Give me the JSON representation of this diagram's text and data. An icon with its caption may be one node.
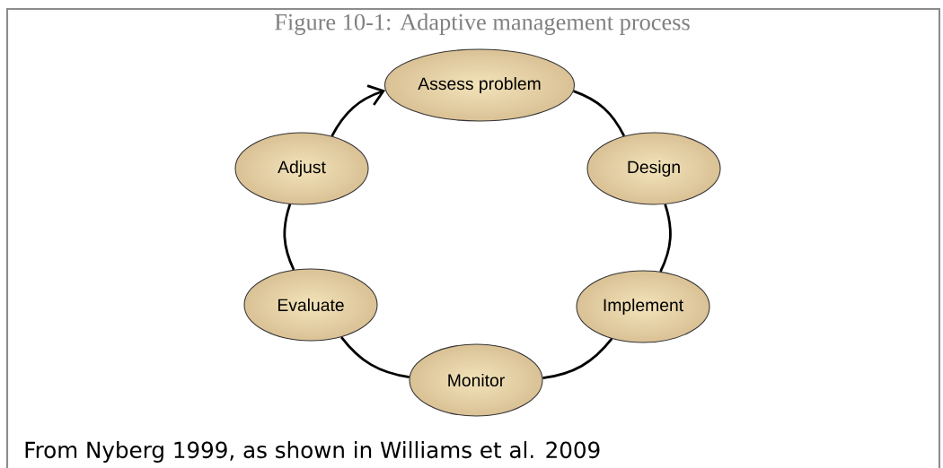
{
  "diagram": {
    "title": "Figure 10-1: Adaptive management process",
    "caption": "From Nyberg 1999, as shown in Williams et al. 2009",
    "nodes": [
      {
        "text": [
          "Assess problem"
        ]
      },
      {
        "text": [
          "Design"
        ]
      },
      {
        "text": [
          "Implement"
        ]
      },
      {
        "text": [
          "Monitor"
        ]
      },
      {
        "text": [
          "Evaluate"
        ]
      },
      {
        "text": [
          "Adjust"
        ]
      }
    ],
    "edges": [
      {
        "from": 0,
        "to": 1,
        "arrow": "none"
      },
      {
        "from": 1,
        "to": 2,
        "arrow": "none"
      },
      {
        "from": 2,
        "to": 3,
        "arrow": "none"
      },
      {
        "from": 3,
        "to": 4,
        "arrow": "none"
      },
      {
        "from": 4,
        "to": 5,
        "arrow": "none"
      },
      {
        "from": 5,
        "to": 0,
        "arrow": "to"
      }
    ]
  }
}
